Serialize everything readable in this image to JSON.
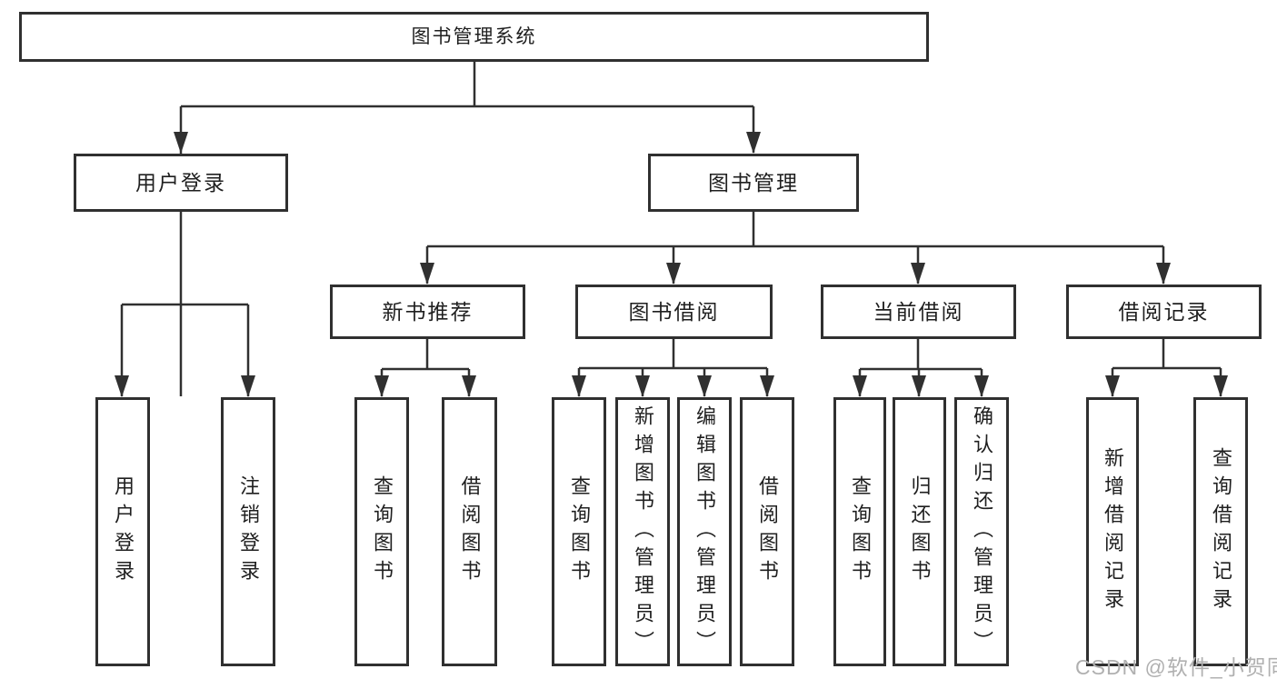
{
  "root": {
    "label": "图书管理系统"
  },
  "level2": [
    {
      "label": "用户登录",
      "children": [
        {
          "label": "用户登录"
        },
        {
          "label": "注销登录"
        }
      ]
    },
    {
      "label": "图书管理",
      "children": [
        {
          "label": "新书推荐",
          "children": [
            {
              "label": "查询图书"
            },
            {
              "label": "借阅图书"
            }
          ]
        },
        {
          "label": "图书借阅",
          "children": [
            {
              "label": "查询图书"
            },
            {
              "label": "新增图书（管理员）"
            },
            {
              "label": "编辑图书（管理员）"
            },
            {
              "label": "借阅图书"
            }
          ]
        },
        {
          "label": "当前借阅",
          "children": [
            {
              "label": "查询图书"
            },
            {
              "label": "归还图书"
            },
            {
              "label": "确认归还（管理员）"
            }
          ]
        },
        {
          "label": "借阅记录",
          "children": [
            {
              "label": "新增借阅记录"
            },
            {
              "label": "查询借阅记录"
            }
          ]
        }
      ]
    }
  ],
  "watermark": {
    "text": "CSDN @软件_小贺同学"
  },
  "colors": {
    "line": "#303030",
    "text": "#1f1f1f",
    "watermark": "#b0b0b0",
    "background": "#ffffff"
  }
}
